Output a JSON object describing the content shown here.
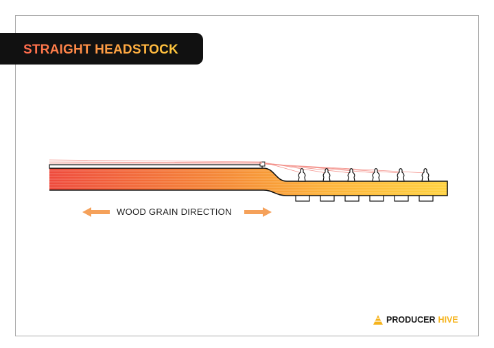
{
  "title": "STRAIGHT HEADSTOCK",
  "grain_label": "WOOD GRAIN DIRECTION",
  "brand": {
    "name_part1": "PRODUCER",
    "name_part2": "HIVE"
  },
  "tuning_pegs": 6,
  "colors": {
    "title_gradient_start": "#ff6a4d",
    "title_gradient_end": "#ffc93c",
    "wood_left": "#ef4a3c",
    "wood_mid": "#f58b35",
    "wood_right": "#ffd23f",
    "strings": "#f3918a",
    "arrow": "#f5a15a",
    "outline": "#111111",
    "banner": "#111111",
    "frame": "#a9a9a9",
    "brand_accent": "#f5b31c"
  },
  "icons": {
    "brand_logo": "hive-cone-icon",
    "arrow_left": "arrow-left-icon",
    "arrow_right": "arrow-right-icon"
  }
}
